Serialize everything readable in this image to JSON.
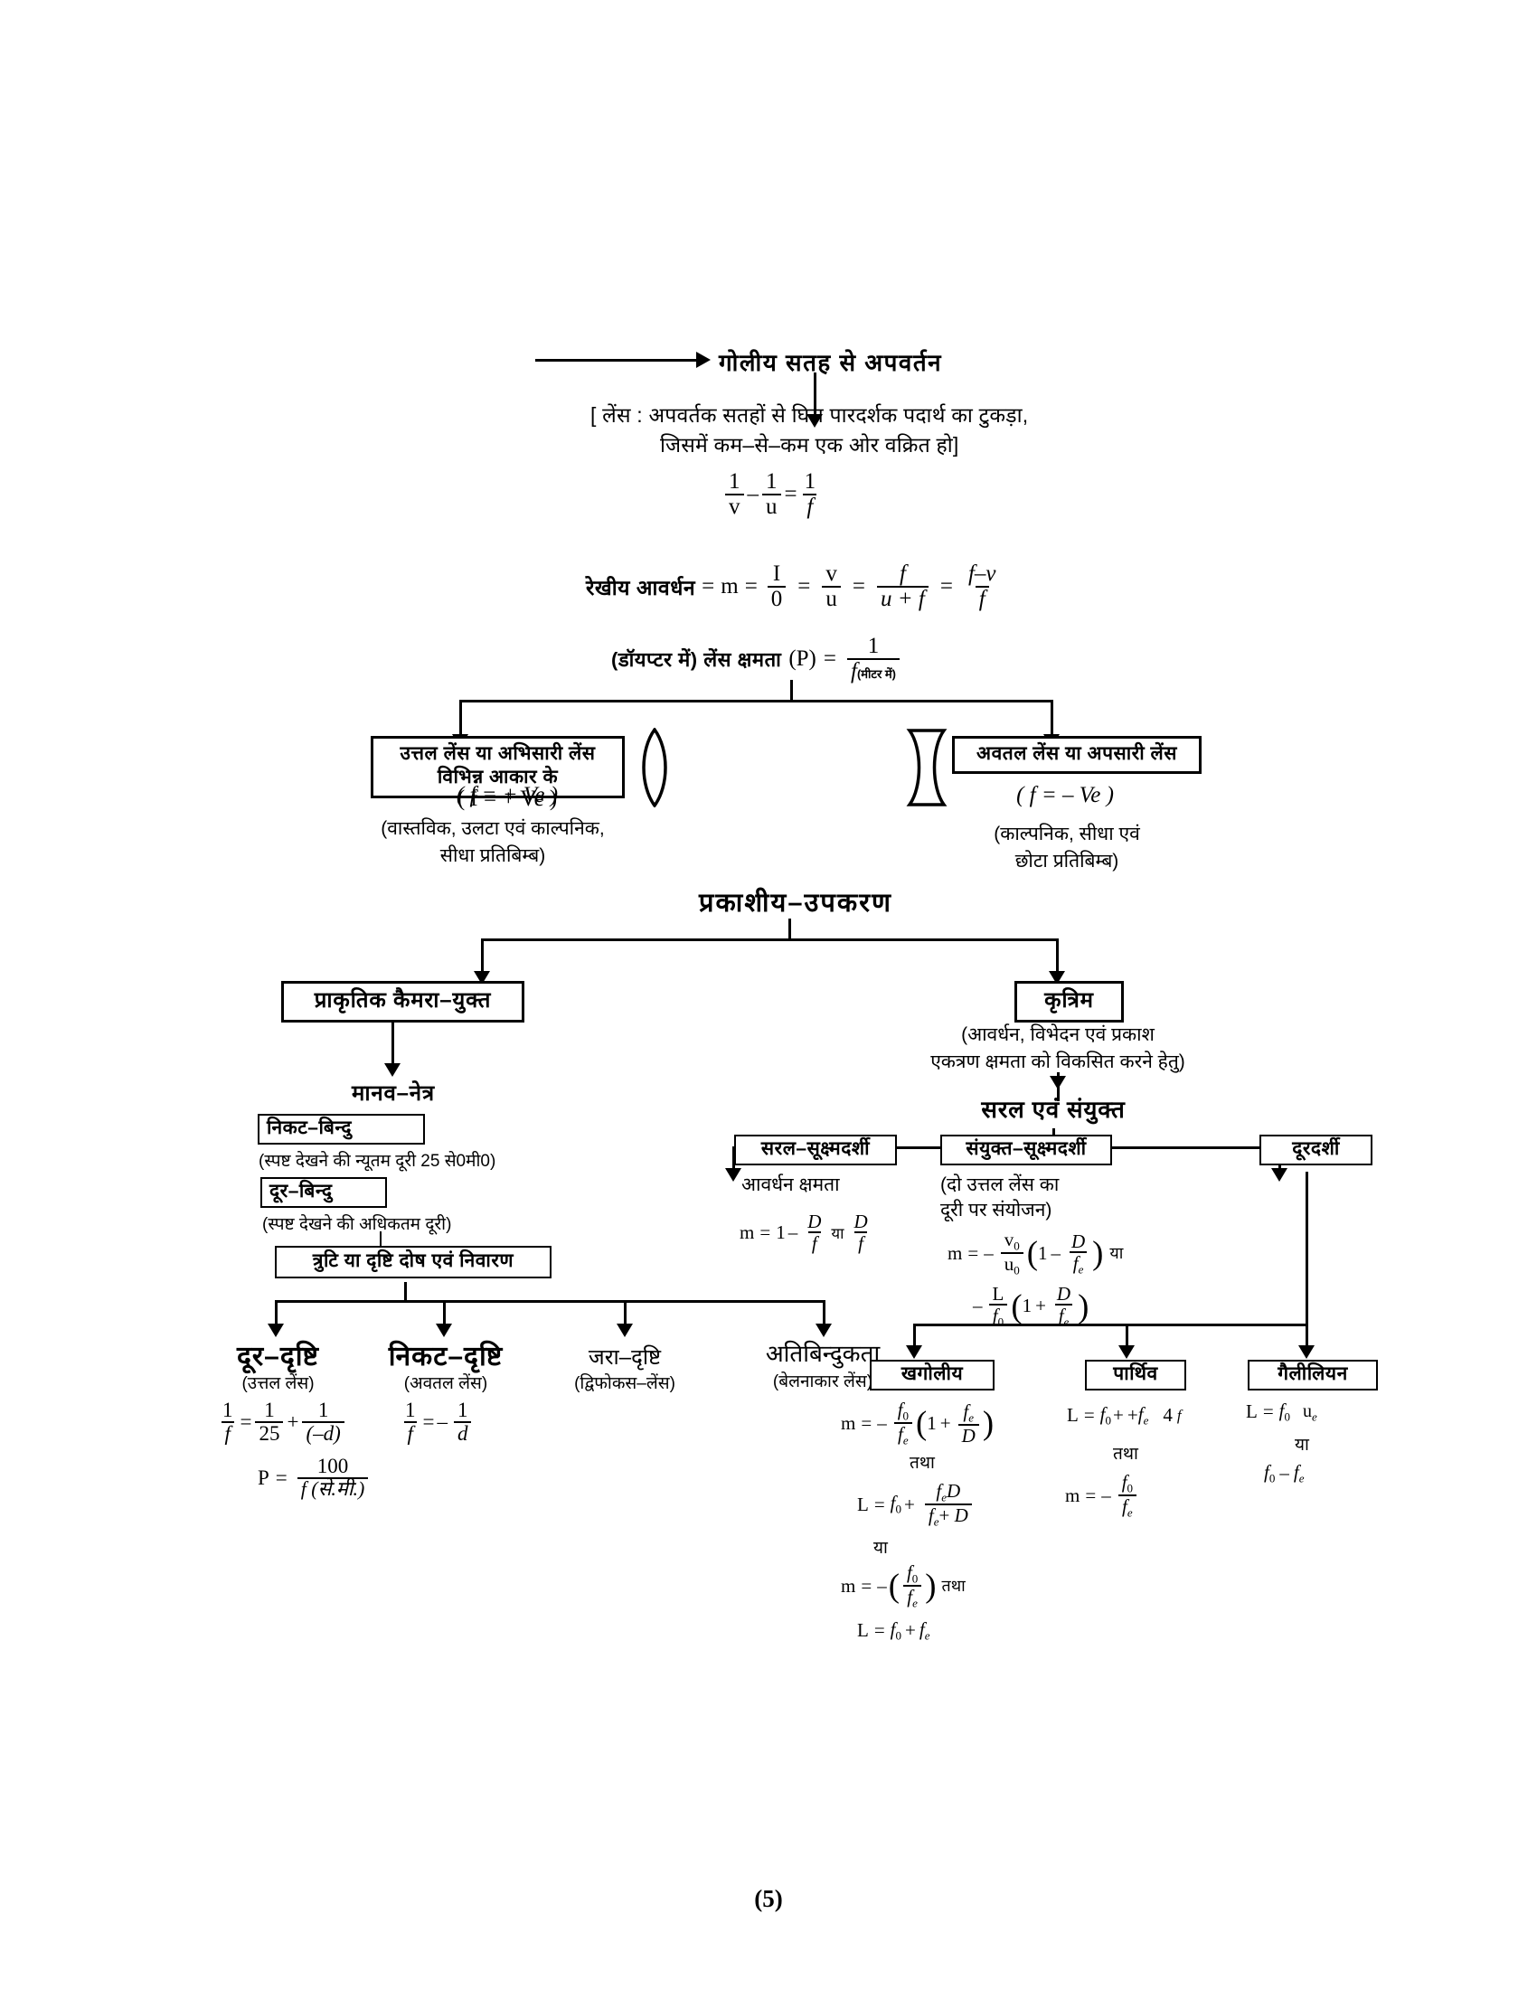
{
  "page": {
    "number": "(5)"
  },
  "header": {
    "title": "गोलीय सतह से अपवर्तन",
    "definition_line1": "[ लेंस : अपवर्तक सतहों से घिरा पारदर्शक पदार्थ का टुकड़ा,",
    "definition_line2": "जिसमें कम–से–कम एक ओर वक्रित हो]"
  },
  "formulas": {
    "lens_eq": {
      "one": "1",
      "v": "v",
      "u": "u",
      "f": "f",
      "minus": "–",
      "equals": "="
    },
    "magnification_label": "रेखीय आवर्धन",
    "magnification": {
      "m": "m",
      "I": "I",
      "O": "0",
      "v": "v",
      "u": "u",
      "f": "f",
      "u_plus_f": "u + f",
      "f_minus_v": "f–v"
    },
    "power_label_prefix": "(डॉयप्टर में) लेंस क्षमता",
    "power_P": "(P)",
    "power_one": "1",
    "power_f": "f",
    "power_meter": "(मीटर में)"
  },
  "lenses": {
    "convex": {
      "box_line1": "उत्तल लेंस या अभिसारी लेंस",
      "box_line2": "विभिन्न आकार के",
      "focal": "( f = + Ve )",
      "note_line1": "(वास्तविक, उलटा एवं काल्पनिक,",
      "note_line2": "सीधा प्रतिबिम्ब)"
    },
    "concave": {
      "box_line1": "अवतल लेंस या अपसारी लेंस",
      "focal": "( f = – Ve )",
      "note_line1": "(काल्पनिक, सीधा एवं",
      "note_line2": "छोटा प्रतिबिम्ब)"
    }
  },
  "optical_instruments": {
    "title": "प्रकाशीय–उपकरण",
    "natural": {
      "box": "प्राकृतिक कैमरा–युक्त"
    },
    "artificial": {
      "box": "कृत्रिम",
      "note_line1": "(आवर्धन, विभेदन एवं प्रकाश",
      "note_line2": "एकत्रण क्षमता को विकसित करने हेतु)"
    }
  },
  "human_eye": {
    "title": "मानव–नेत्र",
    "near_point_box": "निकट–बिन्दु",
    "near_point_note": "(स्पष्ट देखने की न्यूतम दूरी 25 से0मी0)",
    "far_point_box": "दूर–बिन्दु",
    "far_point_note": "(स्पष्ट देखने की अधिकतम दूरी)",
    "defects_box": "त्रुटि या दृष्टि दोष एवं निवारण",
    "defects": [
      {
        "name": "दूर–दृष्टि",
        "lens": "(उत्तल लेंस)"
      },
      {
        "name": "निकट–दृष्टि",
        "lens": "(अवतल लेंस)"
      },
      {
        "name": "जरा–दृष्टि",
        "lens": "(द्विफोकस–लेंस)"
      },
      {
        "name": "अतिबिन्दुकता",
        "lens": "(बेलनाकार लेंस)"
      }
    ],
    "hypermetropia_formula": {
      "one": "1",
      "f": "f",
      "twentyfive": "25",
      "minus_d": "(–d)",
      "plus": "+",
      "equals": "="
    },
    "myopia_formula": {
      "one": "1",
      "f": "f",
      "d": "d",
      "minus": "–"
    },
    "power_formula": {
      "P": "P",
      "hundred": "100",
      "f_cm": "f (से.मी.)"
    }
  },
  "microscopes": {
    "title": "सरल एवं संयुक्त",
    "simple": {
      "box": "सरल–सूक्ष्मदर्शी",
      "sub": "आवर्धन क्षमता",
      "formula": {
        "m": "m",
        "one": "1",
        "D": "D",
        "f": "f",
        "or": "या"
      }
    },
    "compound": {
      "box": "संयुक्त–सूक्ष्मदर्शी",
      "note_line1": "(दो उत्तल लेंस का",
      "note_line2": "दूरी पर संयोजन)",
      "formula": {
        "m": "m",
        "v0": "v",
        "u0": "u",
        "zero": "0",
        "one": "1",
        "D": "D",
        "fe": "f",
        "e": "e",
        "L": "L",
        "f0": "f",
        "or": "या"
      }
    },
    "telescope": {
      "box": "दूरदर्शी"
    }
  },
  "telescopes": [
    {
      "box": "खगोलीय",
      "lines": [
        "m = – f₀/f_e (1 + f_e/D)",
        "तथा",
        "L = f₀ + f_e D/(f_e + D)",
        "या",
        "m = – (f₀/f_e) तथा",
        "L = f₀ + f_e"
      ]
    },
    {
      "box": "पार्थिव",
      "lines": [
        "L = f₀ + f_e  4 f",
        "तथा",
        "m = – f₀/f_e"
      ]
    },
    {
      "box": "गैलीलियन",
      "lines": [
        "L = f₀  u_e",
        "या",
        "f₀ – f_e"
      ]
    }
  ],
  "telescope_words": {
    "tatha": "तथा",
    "ya": "या"
  }
}
